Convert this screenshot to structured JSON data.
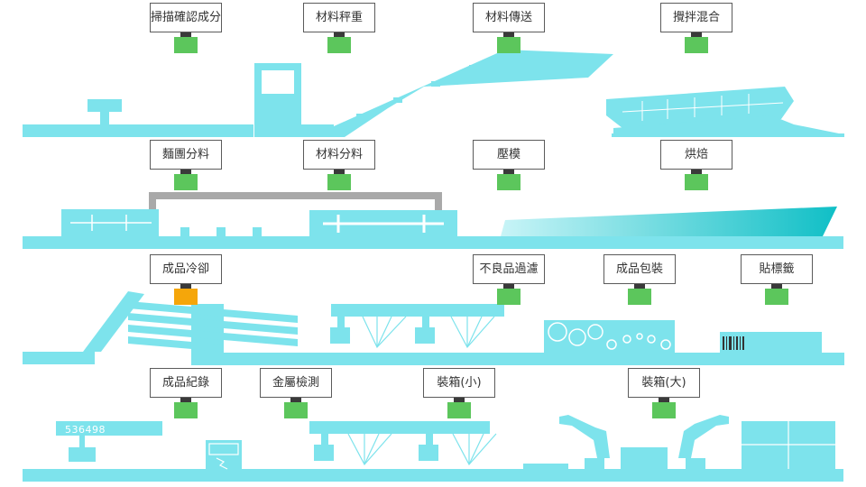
{
  "colors": {
    "machine": "#7de3ec",
    "machine_dark": "#5fd3de",
    "gray_frame": "#a9a9a9",
    "status_ok": "#5cc65c",
    "status_warn": "#f5a60a",
    "oven_gradient_end": "#10bfc6"
  },
  "rows": [
    {
      "stations": [
        {
          "id": "scan",
          "label": "掃描確認成分",
          "status": "ok"
        },
        {
          "id": "weigh",
          "label": "材料秤重",
          "status": "ok"
        },
        {
          "id": "convey",
          "label": "材料傳送",
          "status": "ok"
        },
        {
          "id": "mix",
          "label": "攪拌混合",
          "status": "ok"
        }
      ]
    },
    {
      "stations": [
        {
          "id": "dough-split",
          "label": "麵團分料",
          "status": "ok"
        },
        {
          "id": "material-split",
          "label": "材料分料",
          "status": "ok"
        },
        {
          "id": "press",
          "label": "壓模",
          "status": "ok"
        },
        {
          "id": "bake",
          "label": "烘焙",
          "status": "ok"
        }
      ]
    },
    {
      "stations": [
        {
          "id": "cool",
          "label": "成品冷卻",
          "status": "warn"
        },
        {
          "id": "reject",
          "label": "不良品過濾",
          "status": "ok"
        },
        {
          "id": "pack",
          "label": "成品包裝",
          "status": "ok"
        },
        {
          "id": "labeling",
          "label": "貼標籤",
          "status": "ok"
        }
      ]
    },
    {
      "stations": [
        {
          "id": "record",
          "label": "成品紀錄",
          "status": "ok"
        },
        {
          "id": "metal",
          "label": "金屬檢測",
          "status": "ok"
        },
        {
          "id": "box-small",
          "label": "裝箱(小)",
          "status": "ok"
        },
        {
          "id": "box-large",
          "label": "裝箱(大)",
          "status": "ok"
        }
      ]
    }
  ],
  "serial_display": "536498"
}
